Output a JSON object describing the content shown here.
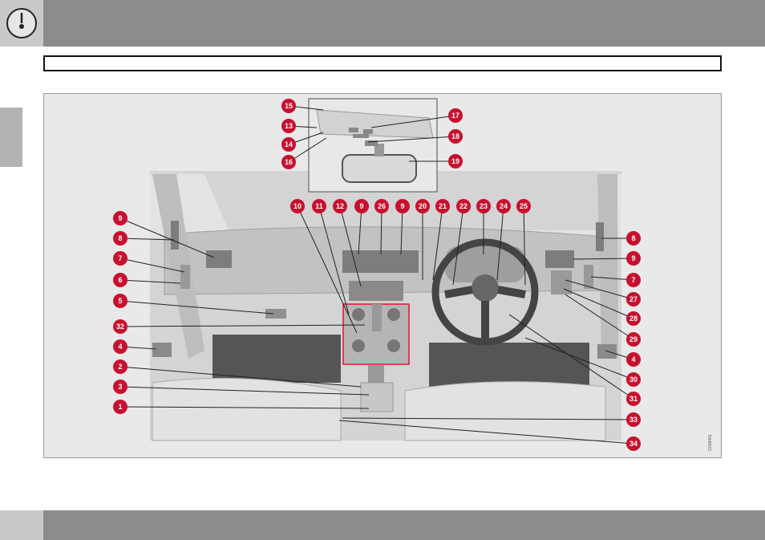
{
  "header": {
    "icon": "speedometer-gauge-icon",
    "title": ""
  },
  "section_title": "",
  "figure": {
    "id": "G018491",
    "accent_color": "#c8102e",
    "callouts": [
      {
        "label": "15",
        "target": "inset-button-15"
      },
      {
        "label": "13",
        "target": "inset-button-13"
      },
      {
        "label": "14",
        "target": "inset-button-14"
      },
      {
        "label": "16",
        "target": "inset-button-16"
      },
      {
        "label": "17",
        "target": "inset-button-17"
      },
      {
        "label": "18",
        "target": "inset-lamp-18"
      },
      {
        "label": "19",
        "target": "rearview-mirror"
      },
      {
        "label": "9",
        "target": "left-side-vent"
      },
      {
        "label": "8",
        "target": "left-window-vent"
      },
      {
        "label": "7",
        "target": "left-door-panel"
      },
      {
        "label": "6",
        "target": "left-light-switch"
      },
      {
        "label": "5",
        "target": "glovebox-handle"
      },
      {
        "label": "32",
        "target": "center-console"
      },
      {
        "label": "4",
        "target": "left-door-handle"
      },
      {
        "label": "2",
        "target": "gear-area"
      },
      {
        "label": "3",
        "target": "console-switches"
      },
      {
        "label": "1",
        "target": "console-storage"
      },
      {
        "label": "10",
        "target": "center-stack-lower"
      },
      {
        "label": "11",
        "target": "center-stack-upper"
      },
      {
        "label": "12",
        "target": "audio-display"
      },
      {
        "label": "9",
        "target": "center-vent-left"
      },
      {
        "label": "26",
        "target": "hazard-button"
      },
      {
        "label": "9",
        "target": "center-vent-right"
      },
      {
        "label": "20",
        "target": "ignition"
      },
      {
        "label": "21",
        "target": "left-stalk"
      },
      {
        "label": "22",
        "target": "left-wheel-keypad"
      },
      {
        "label": "23",
        "target": "instrument-cluster"
      },
      {
        "label": "24",
        "target": "horn"
      },
      {
        "label": "25",
        "target": "right-wheel-keypad"
      },
      {
        "label": "8",
        "target": "right-window-vent"
      },
      {
        "label": "9",
        "target": "right-side-vent"
      },
      {
        "label": "7",
        "target": "right-door-panel"
      },
      {
        "label": "27",
        "target": "right-stalk"
      },
      {
        "label": "28",
        "target": "right-switch-panel"
      },
      {
        "label": "29",
        "target": "steering-adjust"
      },
      {
        "label": "4",
        "target": "right-door-handle"
      },
      {
        "label": "30",
        "target": "hood-release"
      },
      {
        "label": "31",
        "target": "steering-column-lever"
      },
      {
        "label": "33",
        "target": "power-socket"
      },
      {
        "label": "34",
        "target": "rear-console"
      }
    ]
  },
  "footer": {
    "page_number": ""
  }
}
